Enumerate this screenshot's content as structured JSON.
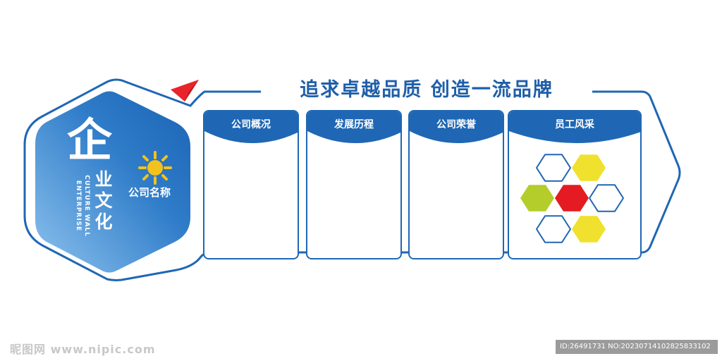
{
  "slogan": "追求卓越品质  创造一流品牌",
  "badge": {
    "title_big": "企",
    "title_small": "业文化",
    "english_line1": "CULTURE WALL",
    "english_line2": "ENTERPRISE",
    "company_name": "公司名称"
  },
  "panels": [
    {
      "label": "公司概况"
    },
    {
      "label": "发展历程"
    },
    {
      "label": "公司荣誉"
    },
    {
      "label": "员工风采"
    }
  ],
  "colors": {
    "frame_blue": "#1f67b4",
    "badge_gradient_start": "#8ec3ee",
    "badge_gradient_end": "#1a63b3",
    "sun_yellow": "#f4c21c",
    "plane_red": "#e8242a",
    "hex_yellow": "#efe12d",
    "hex_green": "#b5cd2b",
    "hex_red": "#e41b22"
  },
  "icons": [
    "paper-plane-icon",
    "sun-icon"
  ],
  "watermark": {
    "left": "昵图网 www.nipic.com",
    "right": "ID:26491731 NO:20230714102825833102"
  }
}
